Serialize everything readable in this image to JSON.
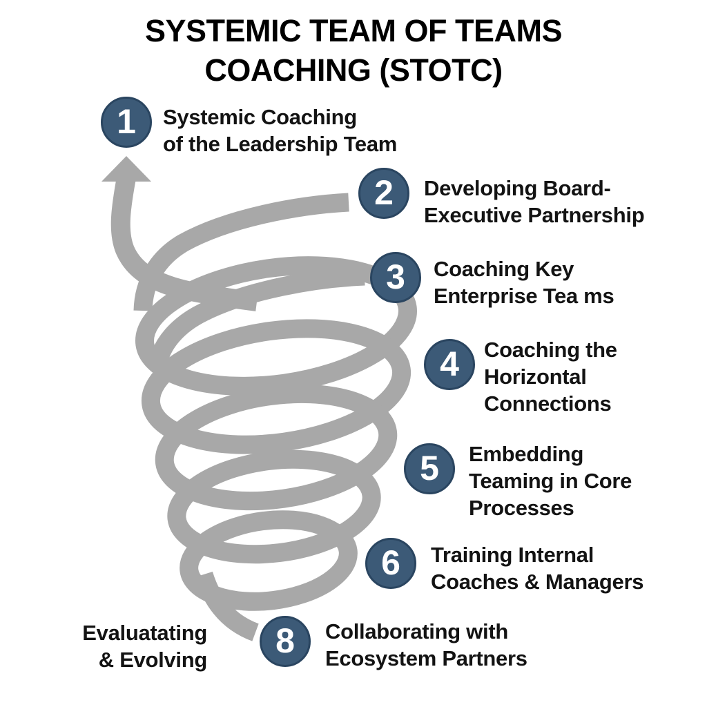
{
  "title": {
    "line1": "SYSTEMIC TEAM OF TEAMS",
    "line2": "COACHING (STOTC)"
  },
  "steps": [
    {
      "number": "1",
      "lines": [
        "Systemic Coaching",
        "of the Leadership Team"
      ]
    },
    {
      "number": "2",
      "lines": [
        "Developing Board-",
        "Executive Partnership"
      ]
    },
    {
      "number": "3",
      "lines": [
        "Coaching Key",
        "Enterprise Tea ms"
      ]
    },
    {
      "number": "4",
      "lines": [
        "Coaching the",
        "Horizontal",
        "Connections"
      ]
    },
    {
      "number": "5",
      "lines": [
        "Embedding",
        "Teaming in Core",
        "Processes"
      ]
    },
    {
      "number": "6",
      "lines": [
        "Training Internal",
        "Coaches & Managers"
      ]
    },
    {
      "lines": [
        "Evaluatating",
        "& Evolving"
      ]
    },
    {
      "number": "8",
      "lines": [
        "Collaborating with",
        "Ecosystem Partners"
      ]
    }
  ],
  "icons": {
    "spiral": "tornado-spiral-icon",
    "arrow": "up-arrow-icon"
  },
  "colors": {
    "background": "#ffffff",
    "spiral": "#a8a8a8",
    "circle-fill": "#3c5a77",
    "circle-border": "#2a4560",
    "number": "#ffffff",
    "text": "#131313"
  }
}
